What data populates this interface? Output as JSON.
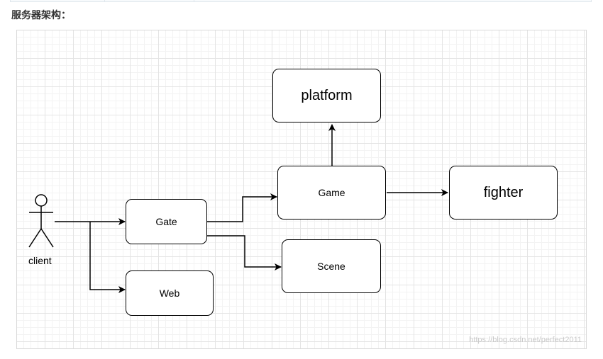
{
  "section_heading": "服务器架构：",
  "diagram": {
    "actor": {
      "label": "client"
    },
    "nodes": {
      "gate": "Gate",
      "web": "Web",
      "game": "Game",
      "scene": "Scene",
      "platform": "platform",
      "fighter": "fighter"
    },
    "edges": [
      {
        "from": "client",
        "to": "Gate"
      },
      {
        "from": "client",
        "to": "Web"
      },
      {
        "from": "Gate",
        "to": "Game"
      },
      {
        "from": "Gate",
        "to": "Scene"
      },
      {
        "from": "Game",
        "to": "platform"
      },
      {
        "from": "Game",
        "to": "fighter"
      }
    ],
    "watermark": "https://blog.csdn.net/perfect2011"
  }
}
